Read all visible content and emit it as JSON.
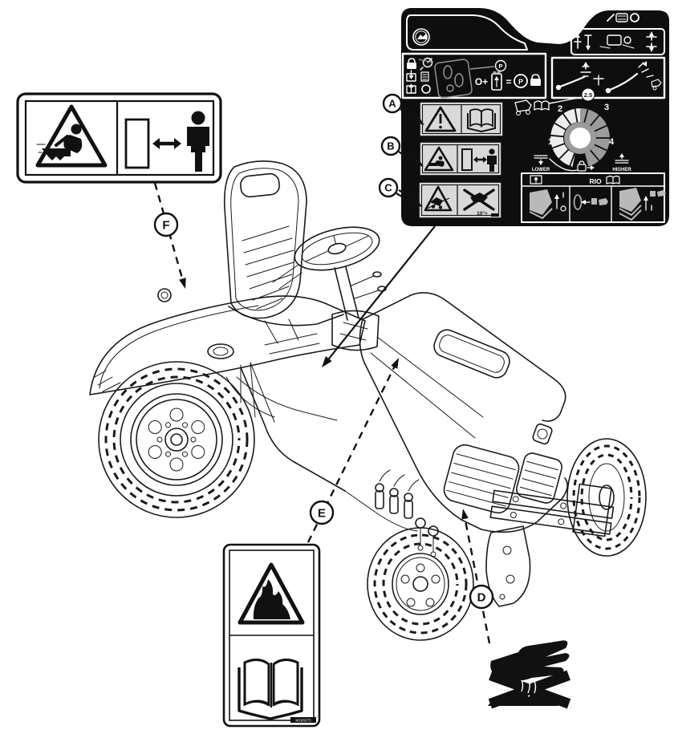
{
  "callouts": {
    "letters": {
      "a": "A",
      "b": "B",
      "c": "C",
      "d": "D",
      "e": "E",
      "f": "F"
    }
  },
  "console_decal": {
    "dial": {
      "n1": "1",
      "n2": "2",
      "n3": "3",
      "n4": "4",
      "setting": "2.5",
      "lower": "LOWER",
      "higher": "HIGHER"
    },
    "rio": "RIO",
    "slope_warning": "10°+",
    "park_formula": {
      "o_plus": "O+",
      "equals": "=",
      "p": "P"
    }
  },
  "fire_label": {
    "part_number": "M166273"
  },
  "colors": {
    "decal_background": "#0e0e0e",
    "label_box_gray": "#d9d9d9",
    "dial_gray": "#9b9b9b",
    "dial_light": "#ededed"
  }
}
